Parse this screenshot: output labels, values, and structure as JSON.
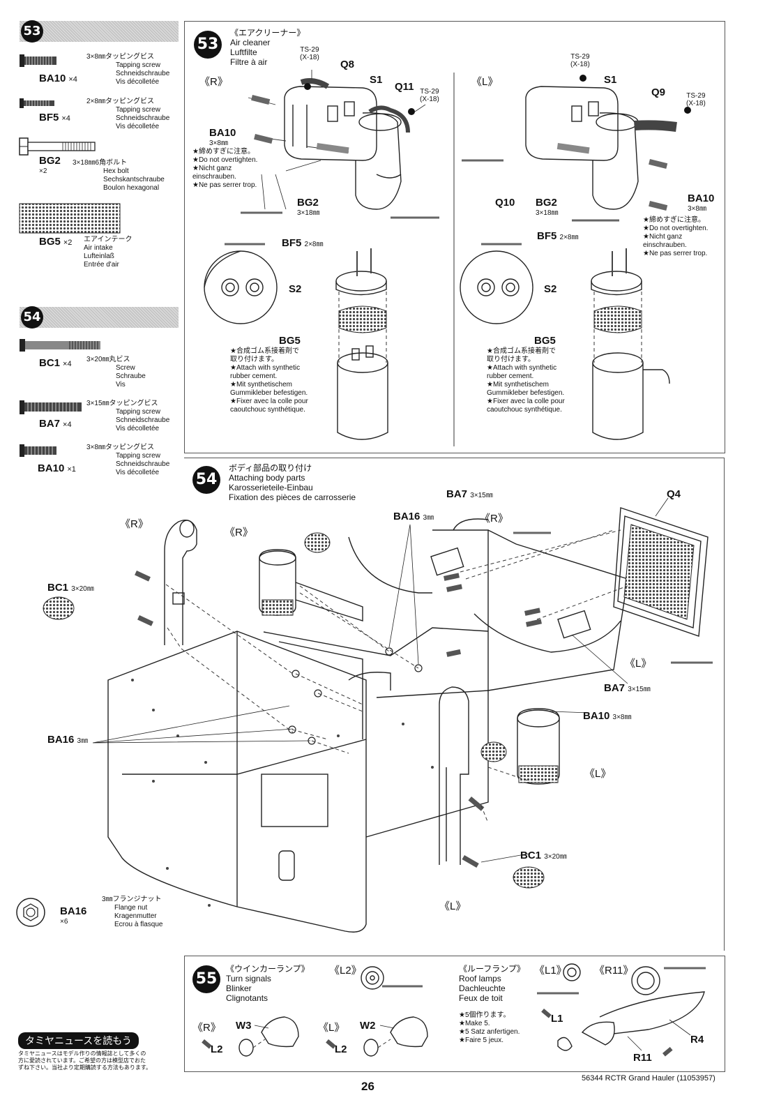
{
  "sidebar53": {
    "step": "53",
    "parts": [
      {
        "code": "BA10",
        "qty": "×4",
        "jp": "3×8㎜タッピングビス",
        "en": "Tapping screw",
        "de": "Schneidschraube",
        "fr": "Vis décolletée"
      },
      {
        "code": "BF5",
        "qty": "×4",
        "jp": "2×8㎜タッピングビス",
        "en": "Tapping screw",
        "de": "Schneidschraube",
        "fr": "Vis décolletée"
      },
      {
        "code": "BG2",
        "qty": "×2",
        "jp": "3×18㎜6角ボルト",
        "en": "Hex bolt",
        "de": "Sechskantschraube",
        "fr": "Boulon hexagonal"
      },
      {
        "code": "BG5",
        "qty": "×2",
        "jp": "エアインテーク",
        "en": "Air intake",
        "de": "Lufteinlaß",
        "fr": "Entrée d'air"
      }
    ]
  },
  "sidebar54": {
    "step": "54",
    "parts": [
      {
        "code": "BC1",
        "qty": "×4",
        "jp": "3×20㎜丸ビス",
        "en": "Screw",
        "de": "Schraube",
        "fr": "Vis"
      },
      {
        "code": "BA7",
        "qty": "×4",
        "jp": "3×15㎜タッピングビス",
        "en": "Tapping screw",
        "de": "Schneidschraube",
        "fr": "Vis décolletée"
      },
      {
        "code": "BA10",
        "qty": "×1",
        "jp": "3×8㎜タッピングビス",
        "en": "Tapping screw",
        "de": "Schneidschraube",
        "fr": "Vis décolletée"
      },
      {
        "code": "BA16",
        "qty": "×6",
        "jp": "3㎜フランジナット",
        "en": "Flange nut",
        "de": "Kragenmutter",
        "fr": "Ecrou à flasque"
      }
    ]
  },
  "step53": {
    "num": "53",
    "title_jp": "《エアクリーナー》",
    "title_en": "Air cleaner",
    "title_de": "Luftfilte",
    "title_fr": "Filtre à air",
    "side_r": "《R》",
    "side_l": "《L》",
    "labels": {
      "ts29": "TS-29",
      "x18": "(X-18)",
      "q8": "Q8",
      "s1": "S1",
      "q11": "Q11",
      "q9": "Q9",
      "q10": "Q10",
      "ba10": "BA10",
      "ba10_size": "3×8㎜",
      "bg2": "BG2",
      "bg2_size": "3×18㎜",
      "bf5": "BF5",
      "bf5_size": "2×8㎜",
      "s2": "S2",
      "bg5": "BG5"
    },
    "warn": [
      "★締めすぎに注意。",
      "★Do not overtighten.",
      "★Nicht ganz",
      "einschrauben.",
      "★Ne pas serrer trop."
    ],
    "cement": [
      "★合成ゴム系接着剤で",
      "取り付けます。",
      "★Attach  with  synthetic",
      "rubber cement.",
      "★Mit     synthetischem",
      "Gummikleber befestigen.",
      "★Fixer avec la colle pour",
      "caoutchouc synthétique."
    ]
  },
  "step54": {
    "num": "54",
    "title_jp": "ボディ部品の取り付け",
    "title_en": "Attaching body parts",
    "title_de": "Karosserieteile-Einbau",
    "title_fr": "Fixation des pièces de carrosserie",
    "labels": {
      "r": "《R》",
      "l": "《L》",
      "bc1": "BC1",
      "bc1_size": "3×20㎜",
      "ba16": "BA16",
      "ba16_size": "3㎜",
      "ba7": "BA7",
      "ba7_size": "3×15㎜",
      "ba10": "BA10",
      "ba10_size": "3×8㎜",
      "q4": "Q4"
    }
  },
  "step55": {
    "num": "55",
    "title_jp": "《ウインカーランプ》",
    "title_en": "Turn signals",
    "title_de": "Blinker",
    "title_fr": "Clignotants",
    "roof_jp": "《ルーフランプ》",
    "roof_en": "Roof lamps",
    "roof_de": "Dachleuchte",
    "roof_fr": "Feux de toit",
    "make": [
      "★5個作ります。",
      "★Make 5.",
      "★5 Satz anfertigen.",
      "★Faire 5 jeux."
    ],
    "labels": {
      "l2side": "《L2》",
      "l1side": "《L1》",
      "r11side": "《R11》",
      "r": "《R》",
      "l": "《L》",
      "w3": "W3",
      "w2": "W2",
      "l2": "L2",
      "l1": "L1",
      "r4": "R4",
      "r11": "R11"
    }
  },
  "footer": {
    "news_title": "タミヤニュースを読もう",
    "news_text": [
      "タミヤニュースはモデル作りの情報誌として多くの",
      "方に愛読されています。ご希望の方は模型店でおた",
      "ずね下さい。当社より定期購読する方法もあります。"
    ],
    "page": "26",
    "product": "56344 RCTR Grand Hauler (11053957)"
  }
}
